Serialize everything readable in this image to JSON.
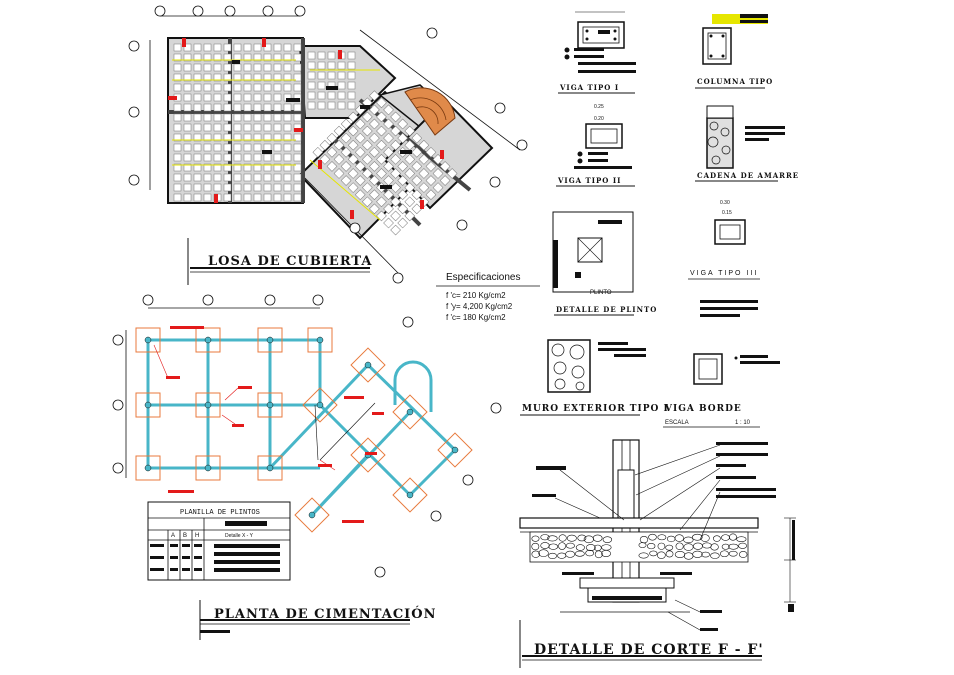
{
  "titles": {
    "losa": "LOSA DE CUBIERTA",
    "planta": "PLANTA DE CIMENTACIÓN",
    "corte": "DETALLE DE CORTE F - F'"
  },
  "specs": {
    "heading": "Especificaciones",
    "lines": [
      "f 'c= 210 Kg/cm2",
      "f 'y= 4,200 Kg/cm2",
      "f 'c= 180 Kg/cm2"
    ]
  },
  "details": {
    "viga1": "VIGA TIPO I",
    "viga2": "VIGA TIPO II",
    "viga3": "VIGA TIPO III",
    "columna": "COLUMNA TIPO",
    "cadena": "CADENA DE AMARRE",
    "plinto": "DETALLE DE PLINTO",
    "plinto_label": "PLINTO",
    "muro": "MURO EXTERIOR TIPO I",
    "borde": "VIGA BORDE",
    "escala_word": "ESCALA",
    "escala_value": "1 : 10",
    "dim_a": "0.25",
    "dim_b": "0.20",
    "dim_c": "0.30",
    "dim_d": "0.15"
  },
  "planilla": {
    "title": "PLANILLA DE PLINTOS",
    "col_a": "A",
    "col_b": "B",
    "col_h": "H",
    "detail": "Detalle X - Y"
  },
  "colors": {
    "ink": "#111111",
    "slab_fill": "#d6d6d6",
    "rebar_red": "#e31a1a",
    "rebar_yellow": "#e6e600",
    "cyan": "#48b6c8",
    "footing_orange": "#e87a3c",
    "dome_orange": "#e08a4a"
  }
}
